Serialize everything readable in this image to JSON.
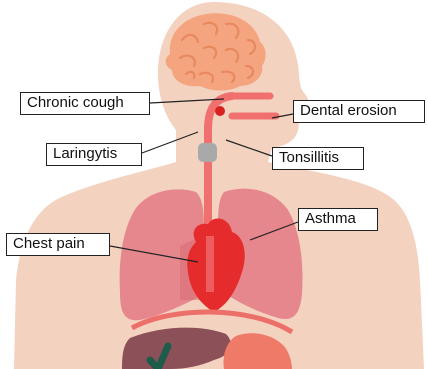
{
  "labels": {
    "chronic_cough": "Chronic cough",
    "dental_erosion": "Dental erosion",
    "laryngitis": "Laringytis",
    "tonsillitis": "Tonsillitis",
    "asthma": "Asthma",
    "chest_pain": "Chest pain"
  },
  "colors": {
    "body": "#f3d2c0",
    "brain": "#f4a57f",
    "brain_fold": "#e8885e",
    "lung": "#e5878d",
    "lung_dark": "#d86a72",
    "esophagus": "#f07070",
    "heart": "#e52b2b",
    "larynx": "#a9a9a9",
    "liver": "#8c5058",
    "stomach": "#f07a68",
    "diaphragm": "#ec6f6a",
    "gallbladder": "#1d5b4a",
    "leader_line": "#222222"
  },
  "icons": [
    "brain-icon",
    "lungs-icon",
    "heart-icon",
    "stomach-icon",
    "liver-icon",
    "larynx-icon"
  ]
}
